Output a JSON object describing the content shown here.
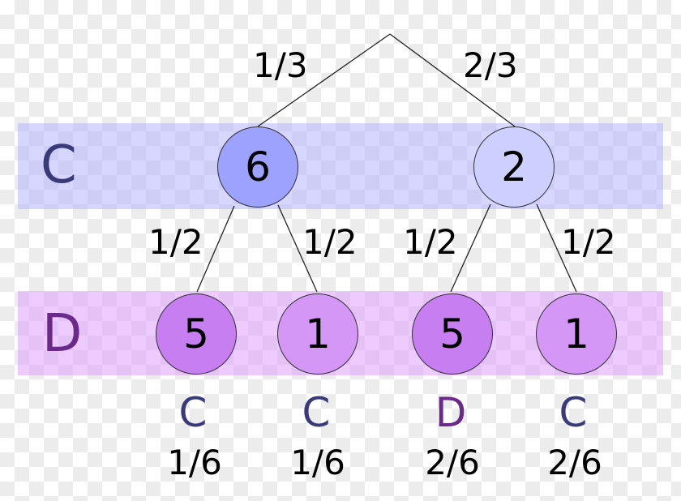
{
  "rows": {
    "c_label": "C",
    "d_label": "D"
  },
  "colors": {
    "band_c": "#b4b4ff",
    "band_d": "#dfa0ff",
    "node_c_left": "#9ea2ff",
    "node_c_right": "#cdd0ff",
    "node_d_dark": "#c77ef0",
    "node_d_light": "#d597f5",
    "label_c": "#3a3a7a",
    "label_d": "#6a2a8a"
  },
  "edges": {
    "root_left": "1/3",
    "root_right": "2/3",
    "c1_left": "1/2",
    "c1_right": "1/2",
    "c2_left": "1/2",
    "c2_right": "1/2"
  },
  "nodes": {
    "c1": "6",
    "c2": "2",
    "d1": "5",
    "d2": "1",
    "d3": "5",
    "d4": "1"
  },
  "outcomes": [
    {
      "choice": "C",
      "prob": "1/6"
    },
    {
      "choice": "C",
      "prob": "1/6"
    },
    {
      "choice": "D",
      "prob": "2/6"
    },
    {
      "choice": "C",
      "prob": "2/6"
    }
  ]
}
